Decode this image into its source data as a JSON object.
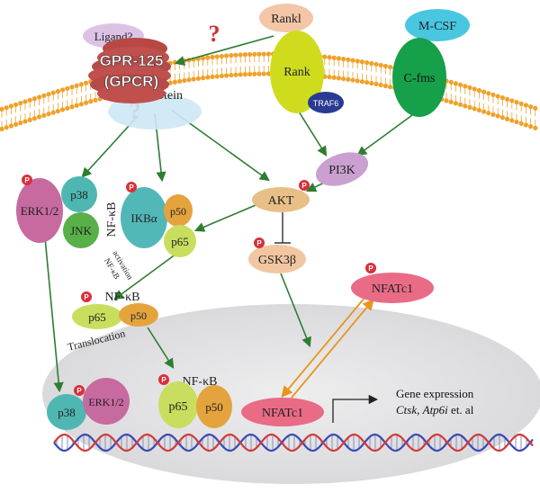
{
  "receptors": {
    "rankl": "Rankl",
    "rank": "Rank",
    "traf6": "TRAF6",
    "mcsf": "M-CSF",
    "cfms": "C-fms",
    "ligand": "Ligand?",
    "gpr125_line1": "GPR-125",
    "gpr125_line2": "(GPCR)",
    "g_protein": "G Protein",
    "question": "?"
  },
  "cytoplasm": {
    "pi3k": "PI3K",
    "akt": "AKT",
    "gsk3b": "GSK3β",
    "nfatc1": "NFATc1",
    "erk": "ERK1/2",
    "p38": "p38",
    "jnk": "JNK",
    "nfkb_vertical": "NF-κB",
    "ikba": "IKBα",
    "p50": "p50",
    "p65": "p65",
    "nfkb_activation_line1": "NF-κB",
    "nfkb_activation_line2": "activation",
    "nfkb": "NF-κB",
    "translocation": "Translocation",
    "phospho": "P"
  },
  "nucleus": {
    "p38": "p38",
    "erk": "ERK1/2",
    "nfkb": "NF-κB",
    "p65": "p65",
    "p50": "p50",
    "nfatc1": "NFATc1",
    "gene_expression": "Gene expression",
    "gene_ctsk": "Ctsk",
    "gene_atp6i": "Atp6i",
    "gene_etal": " et. al",
    "gene_sep": ", "
  },
  "colors": {
    "membrane": "#f0a12a",
    "gpr_body": "#c0504e",
    "rank": "#cfdc1e",
    "cfms": "#17a04a",
    "mcsf": "#49c7e0",
    "traf6": "#2a3a94",
    "pi3k": "#c9a0d0",
    "akt": "#e8bf86",
    "gsk3b": "#f1c6a1",
    "nfatc1": "#ea6b86",
    "erk": "#c76aa0",
    "p38": "#4eb7b1",
    "jnk": "#58b048",
    "ikba": "#52b7b7",
    "p50": "#e5a33e",
    "p65": "#c9de5e",
    "nucleus": "#e2e2e4",
    "arrow_green": "#2e7d32",
    "arrow_orange": "#e8951c",
    "phospho": "#d9303a",
    "dna_blue": "#3a4ab4",
    "dna_red": "#d23a3a"
  }
}
